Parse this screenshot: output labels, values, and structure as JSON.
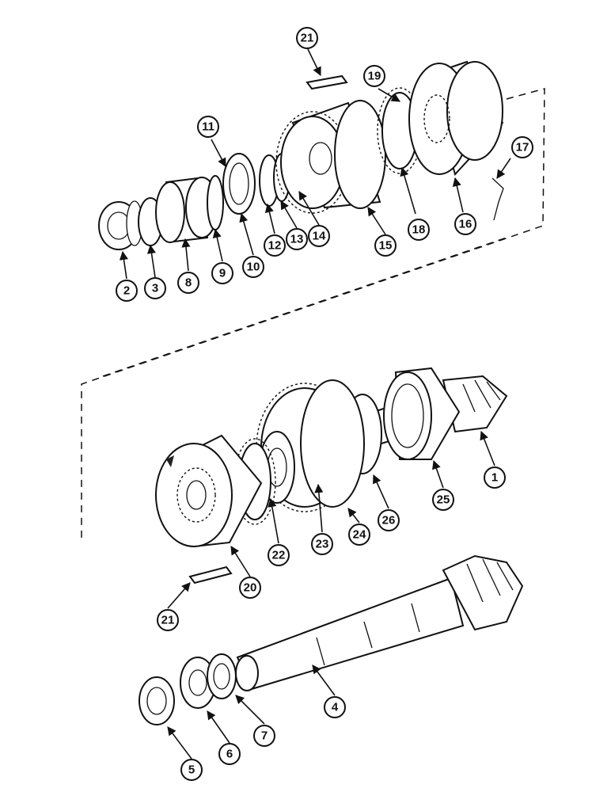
{
  "diagram": {
    "callouts": [
      "1",
      "2",
      "3",
      "4",
      "5",
      "6",
      "7",
      "8",
      "9",
      "10",
      "11",
      "12",
      "13",
      "14",
      "15",
      "16",
      "17",
      "18",
      "19",
      "20",
      "21",
      "21",
      "22",
      "23",
      "24",
      "25",
      "26"
    ]
  }
}
